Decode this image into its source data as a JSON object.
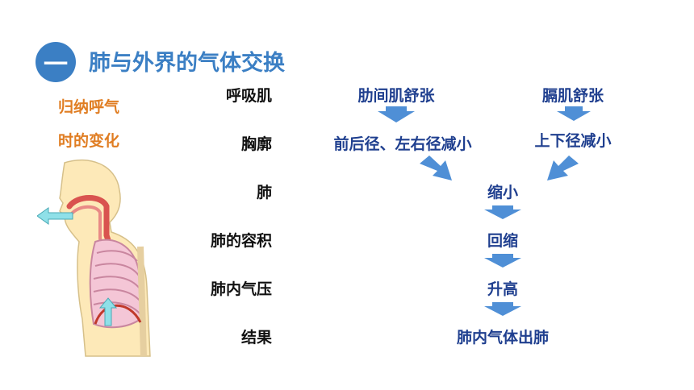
{
  "header": {
    "badge": "一",
    "title": "肺与外界的气体交换"
  },
  "side_note": {
    "line1": "归纳呼气",
    "line2": "时的变化"
  },
  "rows": [
    {
      "label": "呼吸肌"
    },
    {
      "label": "胸廓"
    },
    {
      "label": "肺"
    },
    {
      "label": "肺的容积"
    },
    {
      "label": "肺内气压"
    },
    {
      "label": "结果"
    }
  ],
  "left_branch": {
    "muscle": "肋间肌舒张",
    "thorax": "前后径、左右径减小"
  },
  "right_branch": {
    "muscle": "膈肌舒张",
    "thorax": "上下径减小"
  },
  "center_chain": {
    "lung": "缩小",
    "volume": "回缩",
    "pressure": "升高",
    "result": "肺内气体出肺"
  },
  "colors": {
    "accent_blue": "#3b7fc4",
    "orange": "#e07d22",
    "arrow_blue": "#4f8fd6",
    "text_navy": "#1f3f8f"
  },
  "icons": {
    "flow_arrow": "down-arrow-icon",
    "air_out_arrow": "left-arrow-icon",
    "diaphragm_arrow": "up-arrow-icon"
  }
}
